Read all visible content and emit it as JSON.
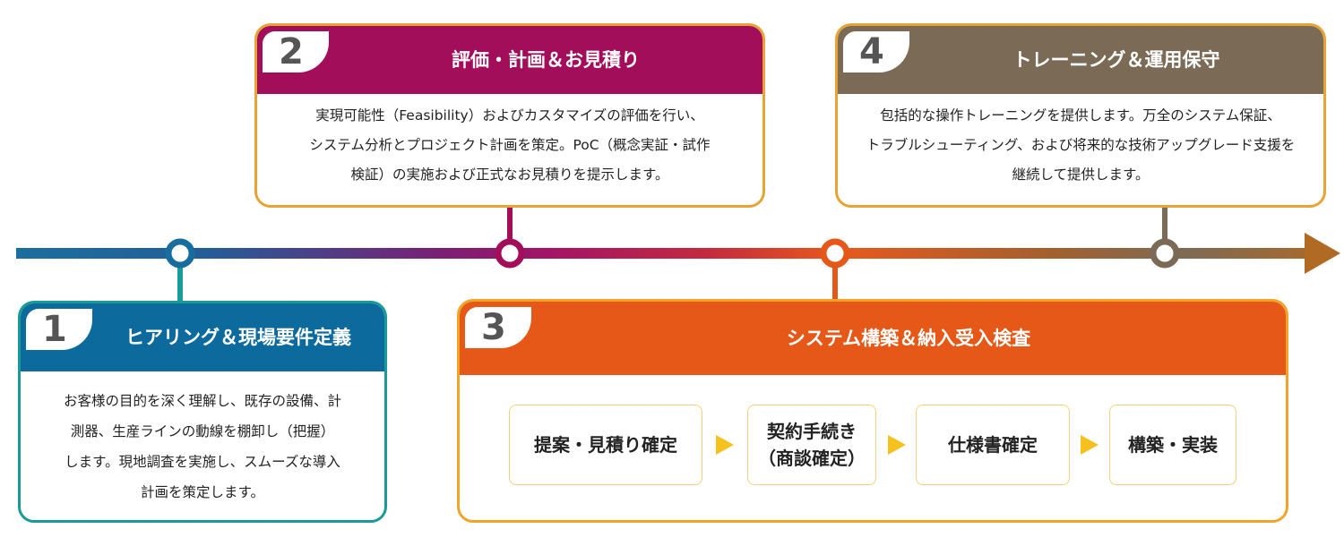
{
  "steps": [
    {
      "number": "1",
      "title": "ヒアリング＆現場要件定義",
      "lines": [
        "お客様の目的を深く理解し、既存の設備、計",
        "測器、生産ラインの動線を棚卸し（把握）",
        "します。現地調査を実施し、スムーズな導入",
        "計画を策定します。"
      ]
    },
    {
      "number": "2",
      "title": "評価・計画＆お見積り",
      "lines": [
        "実現可能性（Feasibility）およびカスタマイズの評価を行い、",
        "システム分析とプロジェクト計画を策定。PoC（概念実証・試作",
        "検証）の実施および正式なお見積りを提示します。"
      ]
    },
    {
      "number": "3",
      "title": "システム構築＆納入受入検査",
      "substeps": [
        {
          "lines": [
            "提案・見積り確定"
          ]
        },
        {
          "lines": [
            "契約手続き",
            "（商談確定）"
          ]
        },
        {
          "lines": [
            "仕様書確定"
          ]
        },
        {
          "lines": [
            "構築・実装"
          ]
        }
      ]
    },
    {
      "number": "4",
      "title": "トレーニング＆運用保守",
      "lines": [
        "包括的な操作トレーニングを提供します。万全のシステム保証、",
        "トラブルシューティング、および将来的な技術アップグレード支援を",
        "継続して提供します。"
      ]
    }
  ],
  "colors": {
    "step1_header": "#0d6a9c",
    "step1_border": "#189b96",
    "step2_header": "#a30e5a",
    "step3_header": "#e55817",
    "step4_header": "#7b6a55",
    "card_border_warm": "#e8a433",
    "substep_arrow": "#f5c11e",
    "substep_border": "#f1d27a"
  }
}
